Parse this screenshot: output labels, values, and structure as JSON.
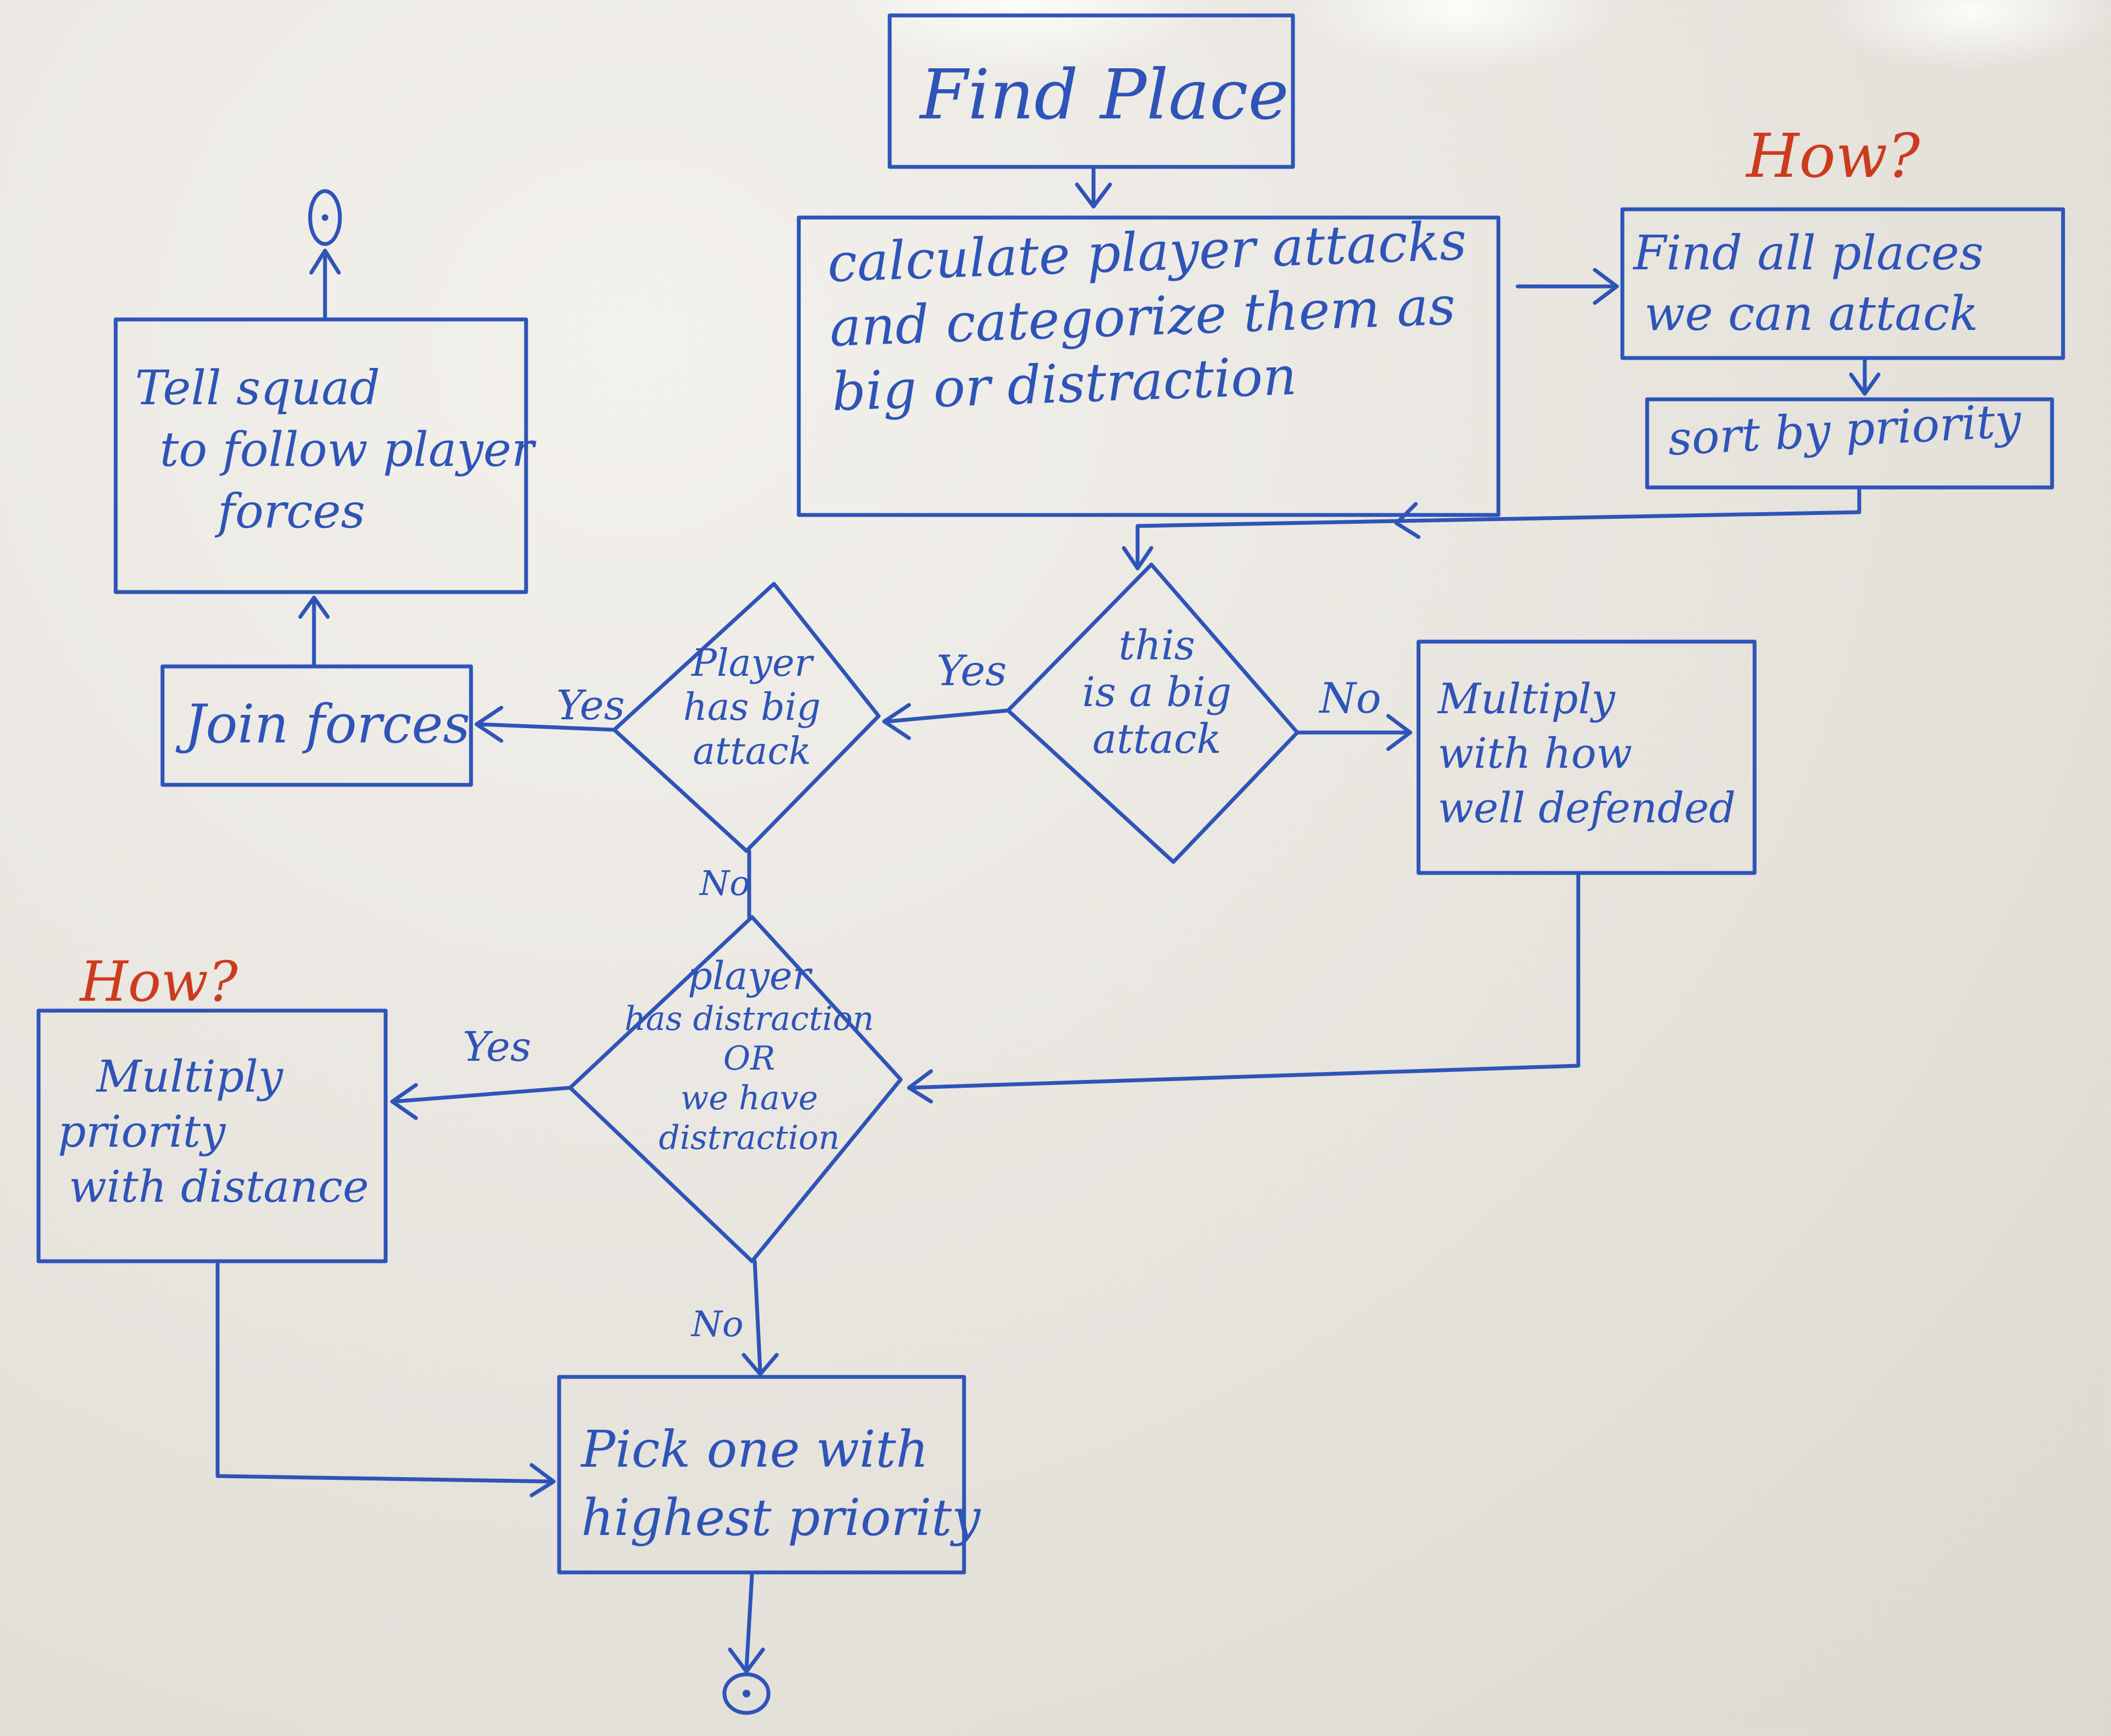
{
  "colors": {
    "ink_blue": "#2e54b8",
    "ink_red": "#cc3b1e",
    "board": "#e9e6e0"
  },
  "nodes": {
    "find_place": {
      "text": "Find Place"
    },
    "calculate": {
      "lines": [
        "calculate player attacks",
        "and categorize them as",
        "big or distraction"
      ]
    },
    "find_all": {
      "lines": [
        "Find all places",
        "we can attack"
      ]
    },
    "sort": {
      "text": "sort by priority"
    },
    "is_big": {
      "lines": [
        "this",
        "is a big",
        "attack"
      ]
    },
    "player_big": {
      "lines": [
        "Player",
        "has big",
        "attack"
      ]
    },
    "multiply_defended": {
      "lines": [
        "Multiply",
        "with how",
        "well defended"
      ]
    },
    "join_forces": {
      "text": "Join forces"
    },
    "tell_squad": {
      "lines": [
        "Tell squad",
        "to follow player",
        "forces"
      ]
    },
    "distraction": {
      "lines": [
        "player",
        "has distraction",
        "OR",
        "we have",
        "distraction"
      ]
    },
    "multiply_distance": {
      "lines": [
        "Multiply",
        "priority",
        "with distance"
      ]
    },
    "pick_one": {
      "lines": [
        "Pick one with",
        "highest priority"
      ]
    }
  },
  "edge_labels": {
    "is_big_yes": "Yes",
    "is_big_no": "No",
    "player_big_yes": "Yes",
    "player_big_no": "No",
    "distraction_yes": "Yes",
    "distraction_no": "No"
  },
  "notes": {
    "how_top": "How?",
    "how_left": "How?"
  }
}
